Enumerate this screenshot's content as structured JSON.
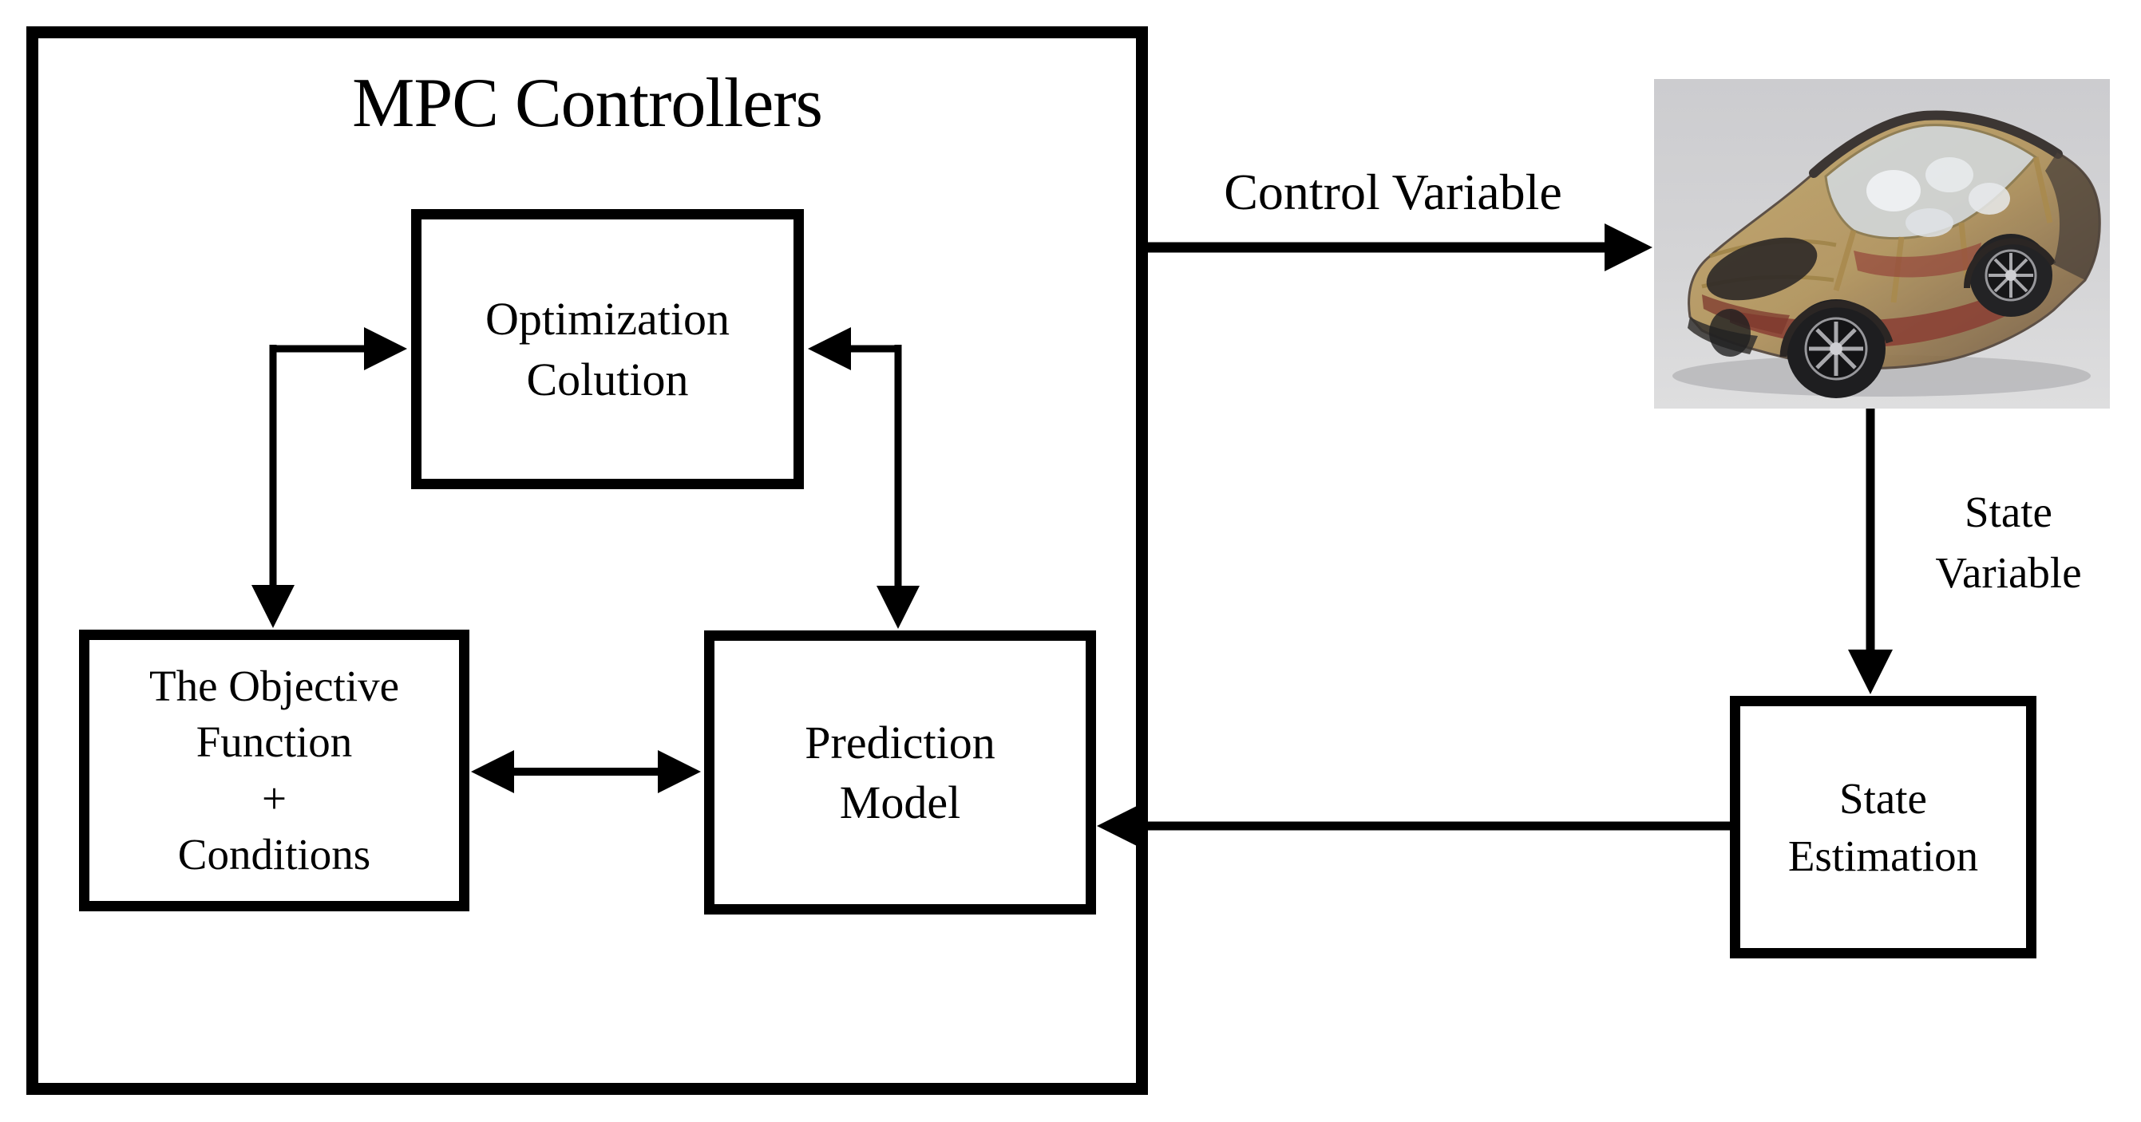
{
  "diagram": {
    "title": "MPC Controllers",
    "boxes": {
      "optimization": {
        "lines": [
          "Optimization",
          "Colution"
        ]
      },
      "objective_function": {
        "lines": [
          "The Objective",
          "Function",
          "+",
          "Conditions"
        ]
      },
      "prediction_model": {
        "lines": [
          "Prediction",
          "Model"
        ]
      },
      "state_estimation": {
        "lines": [
          "State",
          "Estimation"
        ]
      }
    },
    "edge_labels": {
      "control_variable": "Control Variable",
      "state_variable": {
        "lines": [
          "State",
          "Variable"
        ]
      }
    },
    "illustration": {
      "name": "transparent-cutaway-car",
      "background_color": "#d2d2d4",
      "body_color": "#b2945c",
      "accent_color": "#8a3e34"
    },
    "colors": {
      "line": "#000000",
      "background": "#ffffff"
    }
  }
}
